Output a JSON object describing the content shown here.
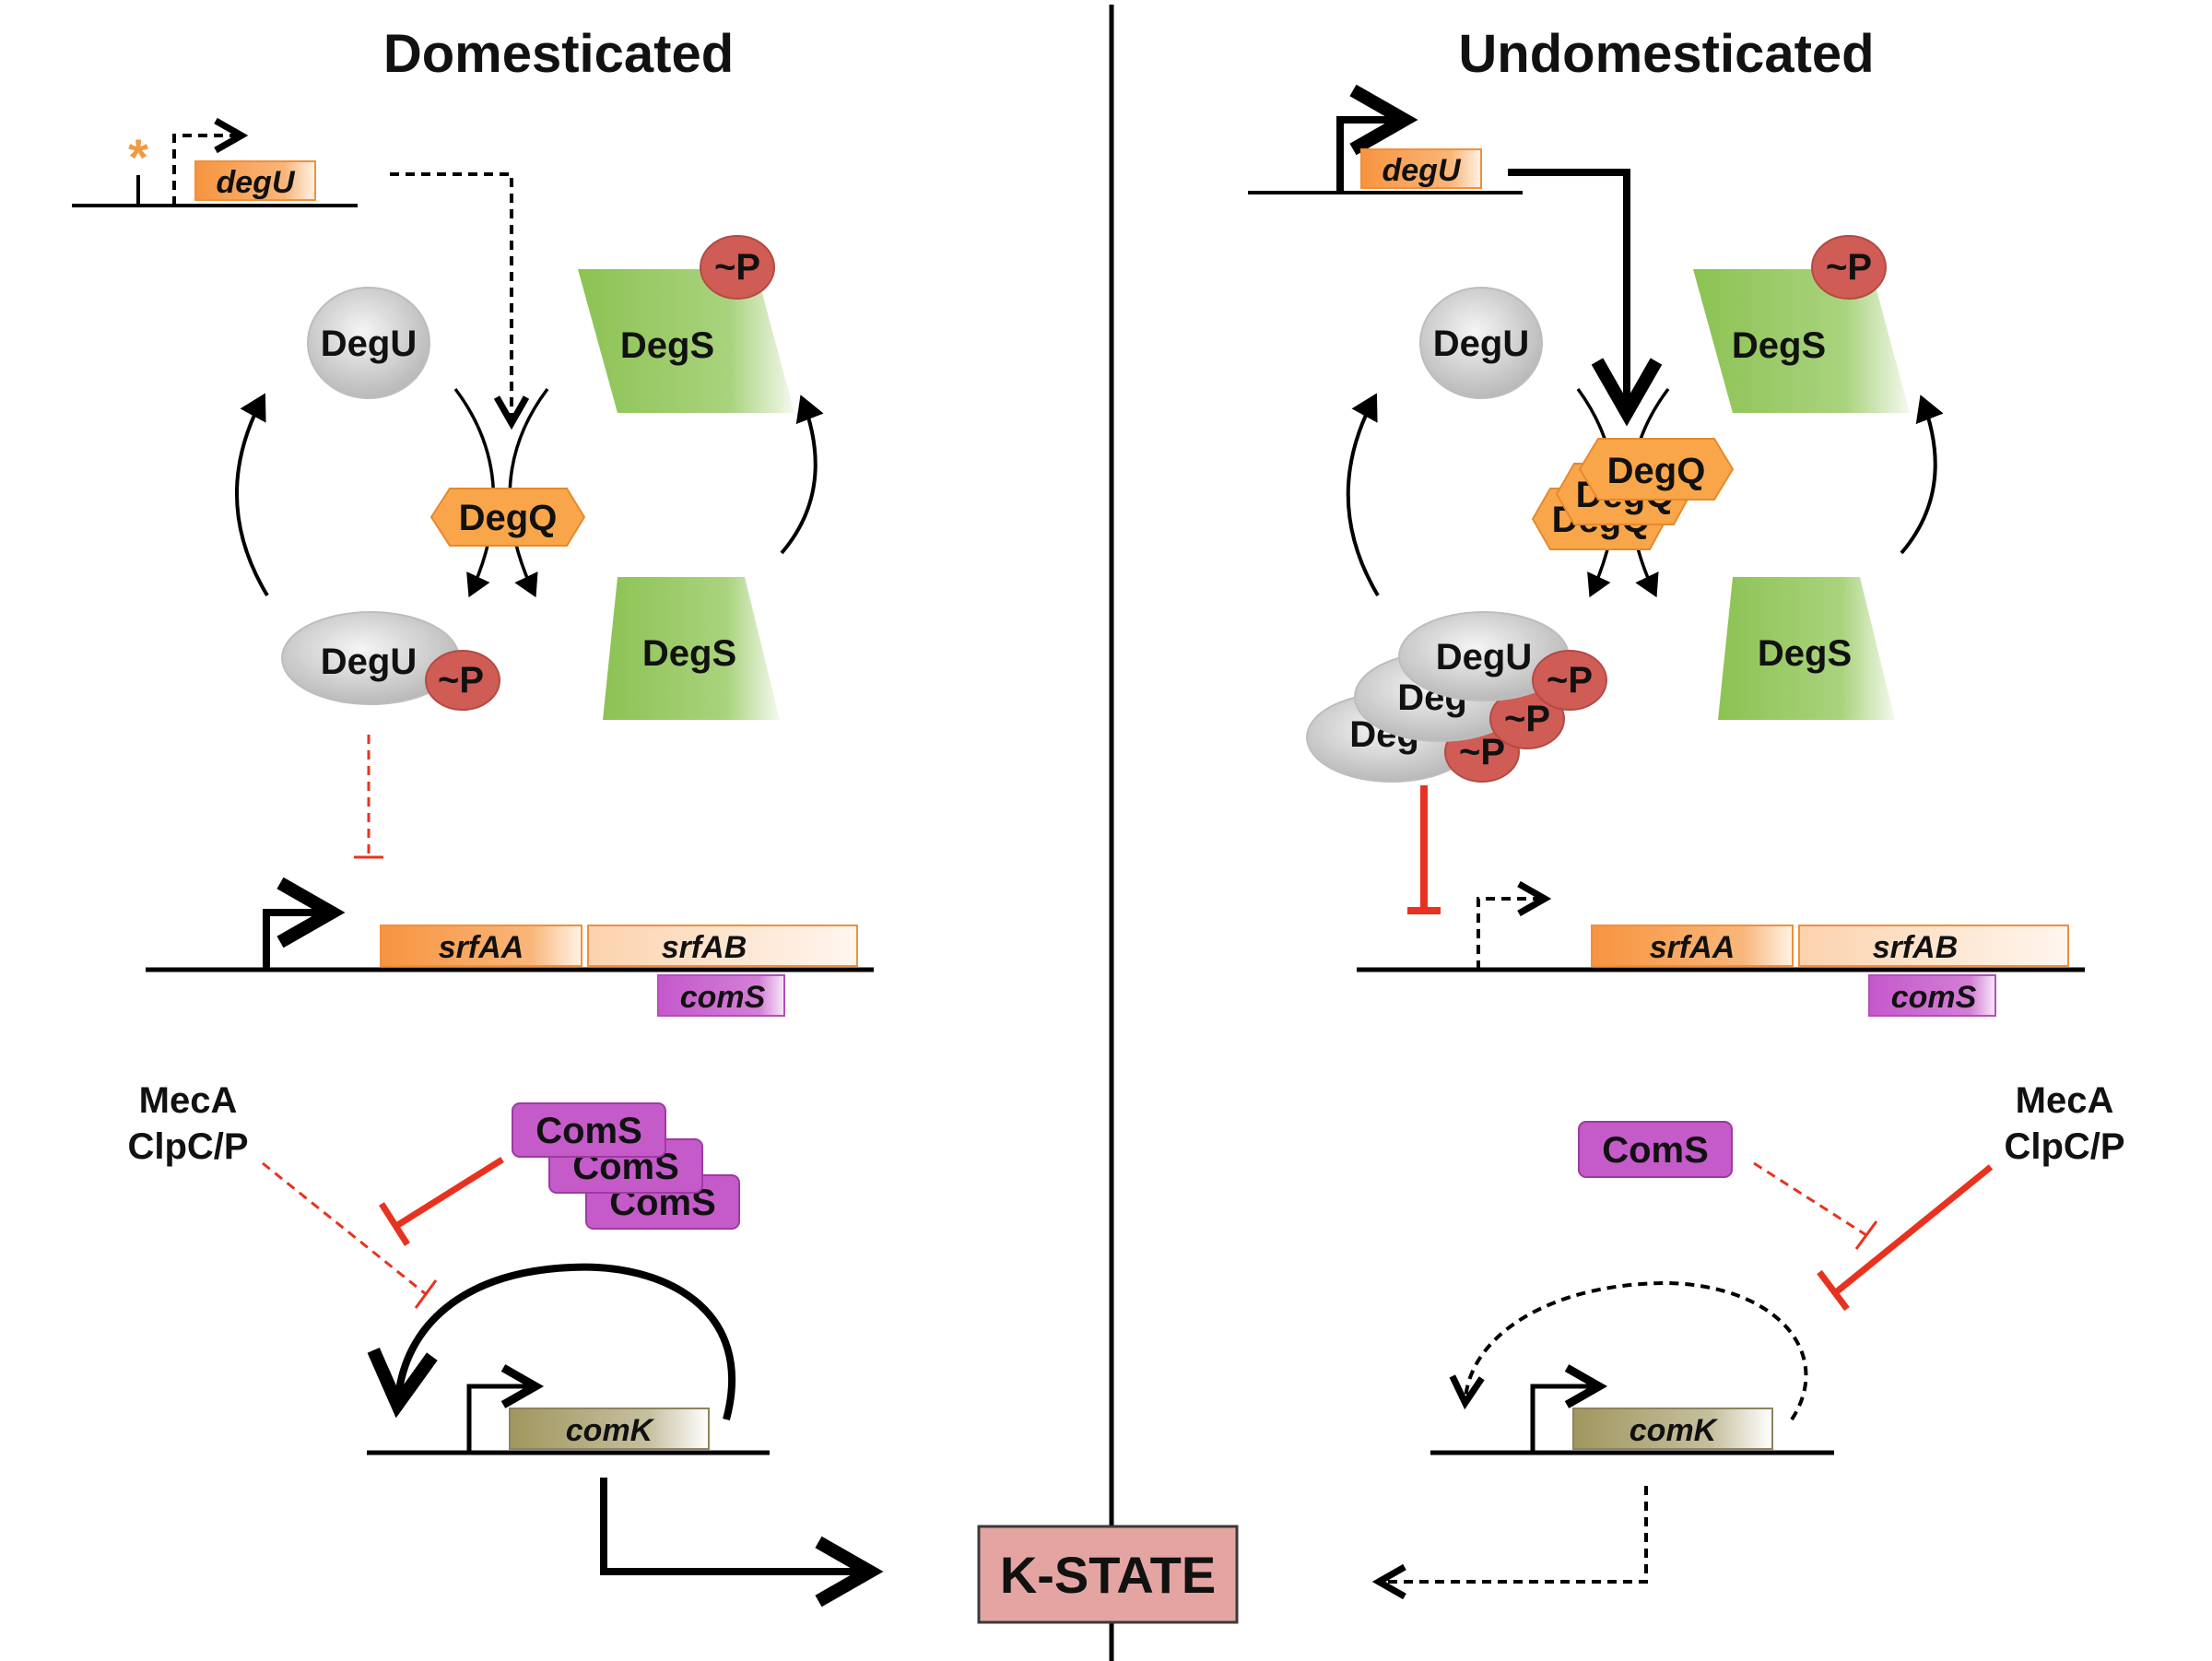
{
  "titles": {
    "left": "Domesticated",
    "right": "Undomesticated"
  },
  "genes": {
    "degU": "degU",
    "srfAA": "srfAA",
    "srfAB": "srfAB",
    "comS": "comS",
    "comK": "comK"
  },
  "proteins": {
    "DegU": "DegU",
    "DegS": "DegS",
    "DegQ": "DegQ",
    "ComS": "ComS",
    "phospho": "~P",
    "DegU_partial": "Deg"
  },
  "regulators": {
    "line1": "MecA",
    "line2": "ClpC/P"
  },
  "mutation_mark": "*",
  "output": "K-STATE",
  "colors": {
    "orange_gene": "#f7a04f",
    "degq_fill": "#f9a64a",
    "purple_coms": "#c25bc8",
    "comk_olive": "#a39a6a",
    "degs_green": "#8fc25a",
    "degu_grey": "#c4c4c4",
    "phospho_red": "#cf5c55",
    "inhibit_red": "#e8321f",
    "kstate_pink": "#e4a5a2"
  }
}
